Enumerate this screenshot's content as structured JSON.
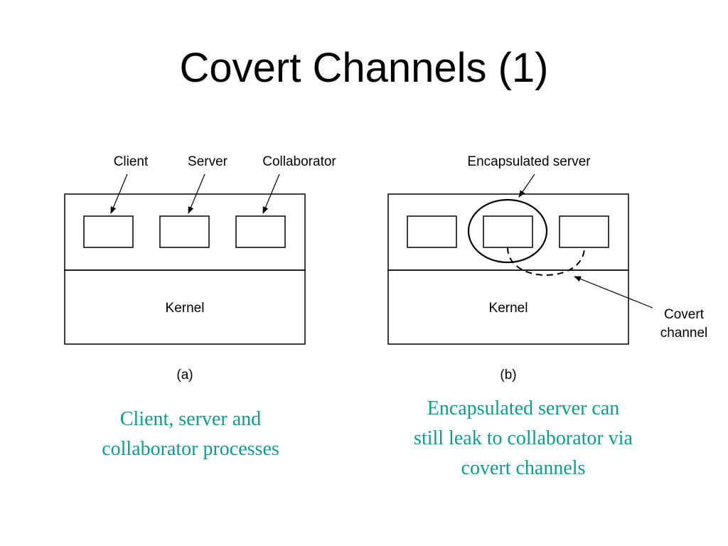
{
  "slide": {
    "title": "Covert Channels (1)"
  },
  "diagram_a": {
    "labels": {
      "client": "Client",
      "server": "Server",
      "collaborator": "Collaborator"
    },
    "kernel": "Kernel",
    "caption": "(a)"
  },
  "diagram_b": {
    "labels": {
      "encapsulated_server": "Encapsulated server",
      "covert_line1": "Covert",
      "covert_line2": "channel"
    },
    "kernel": "Kernel",
    "caption": "(b)"
  },
  "captions": {
    "left_line1": "Client, server and",
    "left_line2": "collaborator processes",
    "right_line1": "Encapsulated server can",
    "right_line2": "still leak to collaborator via",
    "right_line3": "covert channels"
  },
  "colors": {
    "caption_text": "#0f9a8e",
    "stroke": "#000000"
  }
}
